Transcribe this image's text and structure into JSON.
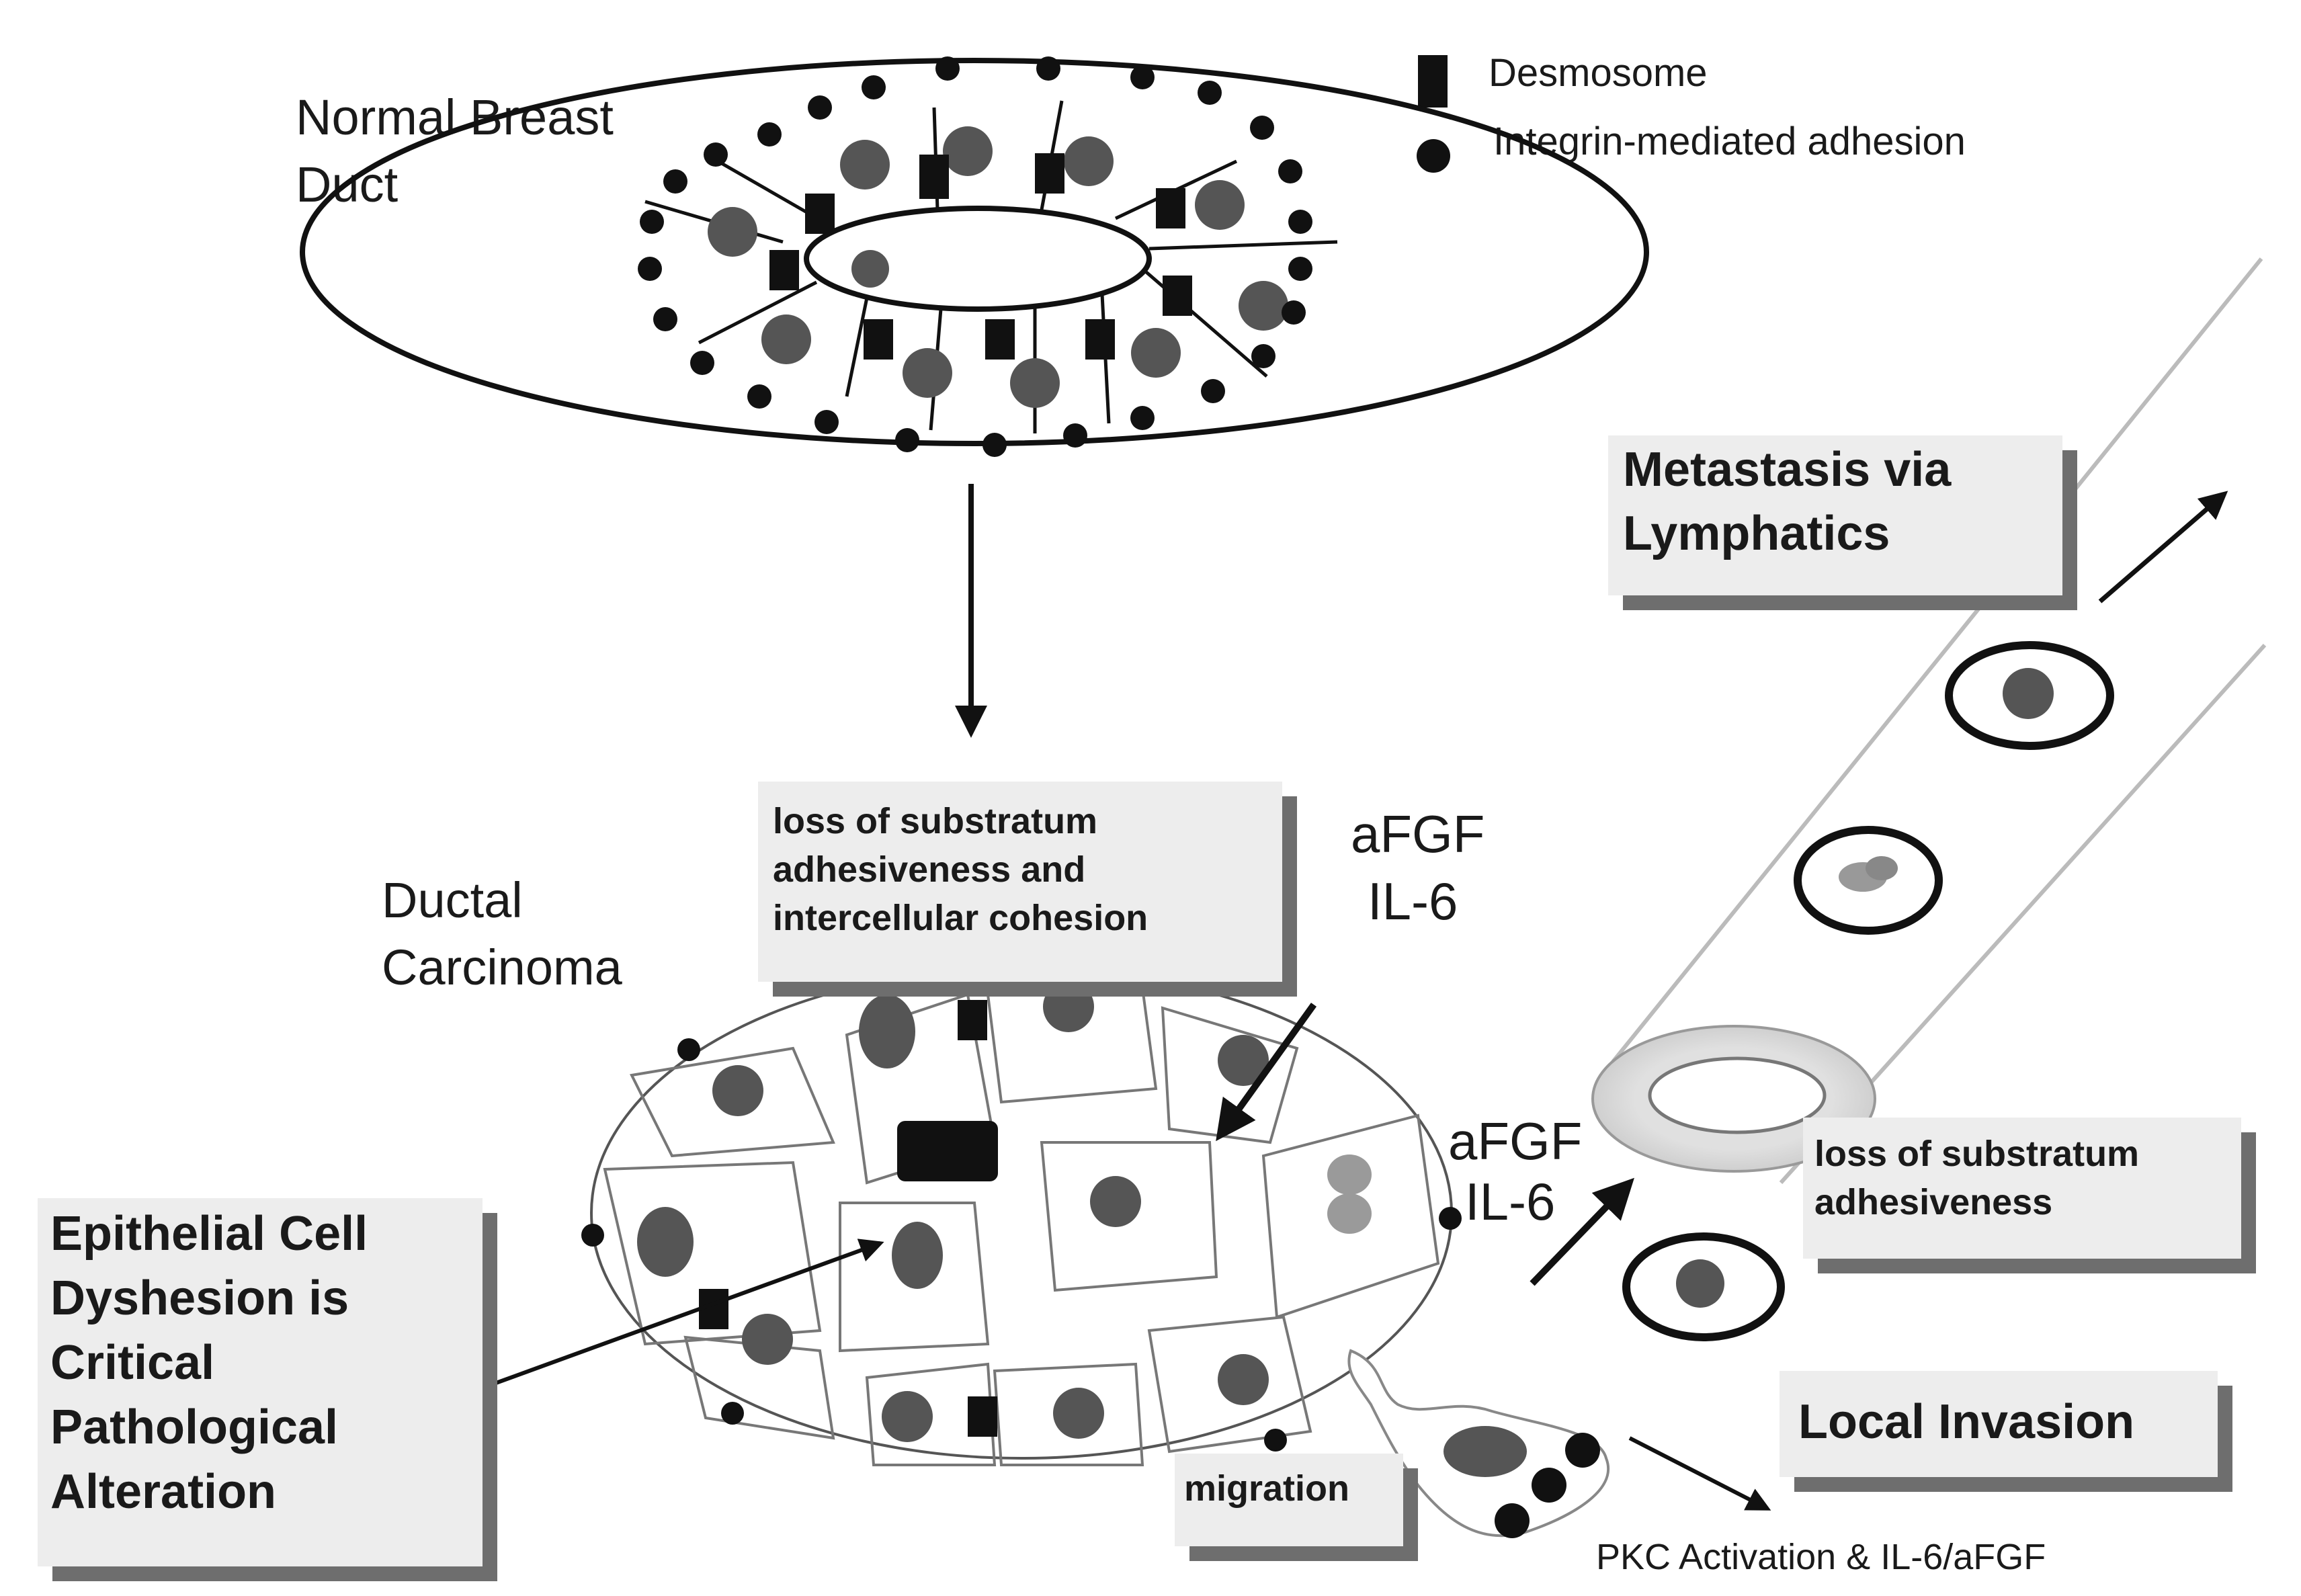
{
  "legend": {
    "desmosome_label": "Desmosome",
    "integrin_label": "Integrin-mediated adhesion"
  },
  "normal_duct": {
    "title_line1": "Normal Breast",
    "title_line2": "Duct"
  },
  "ductal_carcinoma": {
    "title_line1": "Ductal",
    "title_line2": "Carcinoma"
  },
  "box_loss_cohesion": {
    "line1": "loss of substratum",
    "line2": "adhesiveness and",
    "line3": "intercellular cohesion"
  },
  "factors_top": {
    "line1": "aFGF",
    "line2": "IL-6"
  },
  "factors_mid": {
    "line1": "aFGF",
    "line2": "IL-6"
  },
  "box_metastasis": {
    "line1": "Metastasis via",
    "line2": "Lymphatics"
  },
  "box_loss_adhesiveness": {
    "line1": "loss of substratum",
    "line2": "adhesiveness"
  },
  "box_dyshesion": {
    "line1": "Epithelial Cell",
    "line2": "Dyshesion is",
    "line3": "Critical",
    "line4": "Pathological",
    "line5": "Alteration"
  },
  "box_migration": {
    "label": "migration"
  },
  "box_local_invasion": {
    "label": "Local Invasion"
  },
  "pkc_label": "PKC Activation & IL-6/aFGF",
  "colors": {
    "nucleus": "#555555",
    "ink": "#111111",
    "box_fill": "#ededed",
    "box_shadow": "#6e6e6e"
  }
}
